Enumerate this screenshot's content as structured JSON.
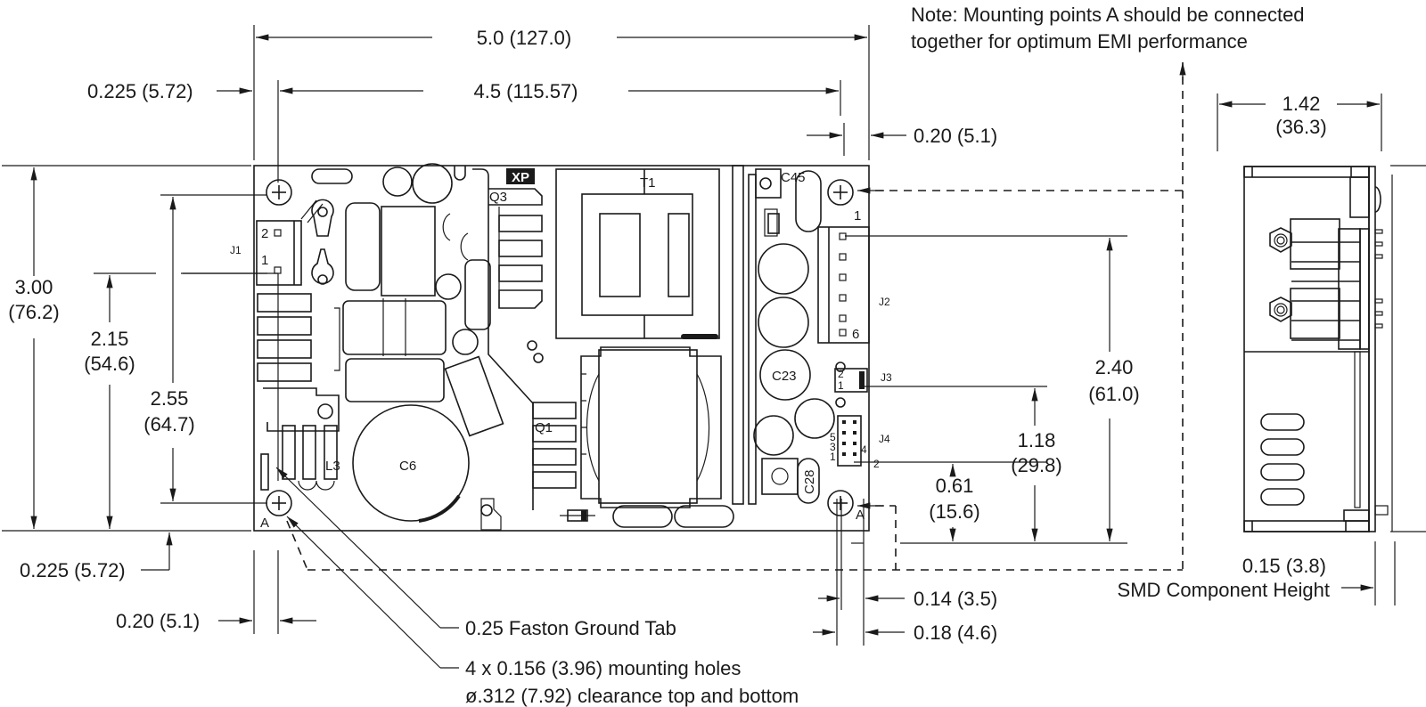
{
  "note": {
    "line1": "Note: Mounting points A should be connected",
    "line2": "together for optimum EMI performance"
  },
  "dimensions": {
    "overall_width": "5.0 (127.0)",
    "hole_spacing_width": "4.5 (115.57)",
    "left_hole_offset_top": "0.225 (5.72)",
    "right_hole_offset_top": "0.20 (5.1)",
    "overall_height_in": "3.00",
    "overall_height_mm": "(76.2)",
    "j1_height_in": "2.15",
    "j1_height_mm": "(54.6)",
    "hole_spacing_height_in": "2.55",
    "hole_spacing_height_mm": "(64.7)",
    "j2_height_in": "2.40",
    "j2_height_mm": "(61.0)",
    "j3_height_in": "1.18",
    "j3_height_mm": "(29.8)",
    "j4_height_in": "0.61",
    "j4_height_mm": "(15.6)",
    "bottom_hole_offset": "0.225 (5.72)",
    "left_hole_offset_bottom": "0.20 (5.1)",
    "connector_offset_1": "0.14 (3.5)",
    "connector_offset_2": "0.18 (4.6)",
    "side_width_in": "1.42",
    "side_width_mm": "(36.3)",
    "smd_height_value": "0.15 (3.8)",
    "smd_height_label": "SMD Component Height"
  },
  "callouts": {
    "faston": "0.25 Faston Ground Tab",
    "holes_line1": "4 x 0.156 (3.96) mounting holes",
    "holes_line2": "ø.312 (7.92) clearance top and bottom"
  },
  "components": {
    "j1": "J1",
    "j1_pin2": "2",
    "j1_pin1": "1",
    "j2": "J2",
    "j2_pin1": "1",
    "j2_pin6": "6",
    "j3": "J3",
    "j3_pin2": "2",
    "j3_pin1": "1",
    "j4": "J4",
    "j4_pin5": "5",
    "j4_pin3": "3",
    "j4_pin1": "1",
    "j4_pin4": "4",
    "j4_pin2": "2",
    "t1": "T1",
    "q3": "Q3",
    "q1": "Q1",
    "c6": "C6",
    "l3": "L3",
    "c23": "C23",
    "c28": "C28",
    "c45": "C45",
    "logo": "XP",
    "mount_a_left": "A",
    "mount_a_right": "A"
  }
}
